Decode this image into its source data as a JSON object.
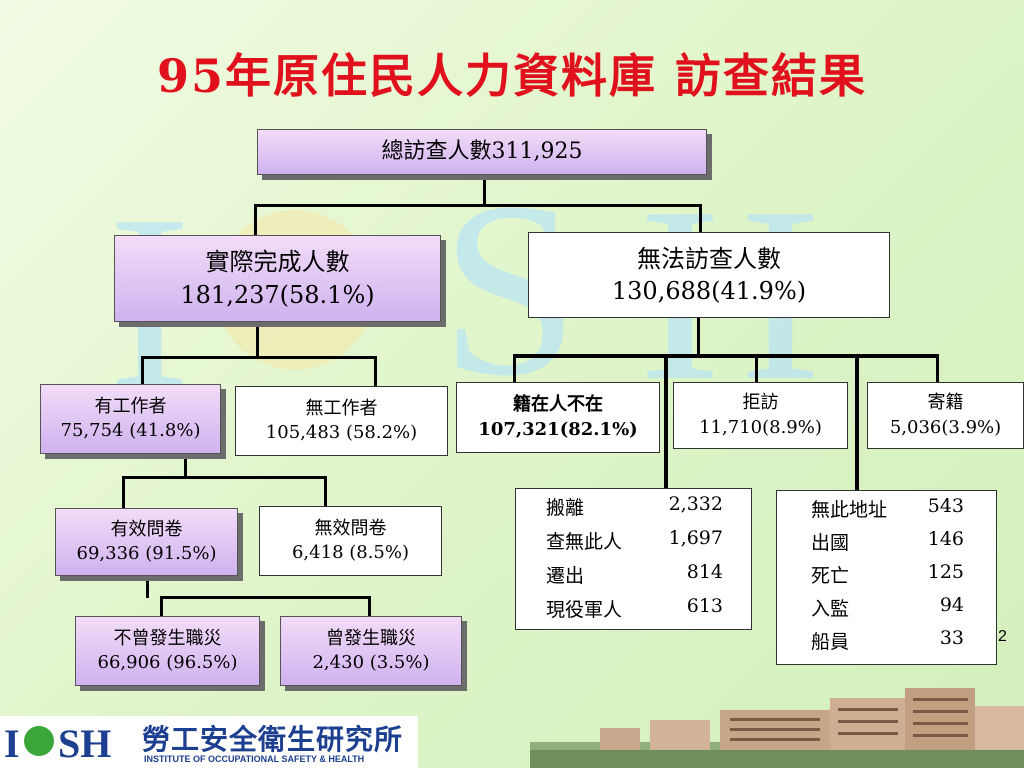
{
  "title": "95年原住民人力資料庫 訪查結果",
  "watermark": [
    "I",
    "S",
    "H"
  ],
  "nodes": {
    "total": "總訪查人數311,925",
    "completed": {
      "label": "實際完成人數",
      "value": "181,237(58.1%)"
    },
    "unable": {
      "label": "無法訪查人數",
      "value": "130,688(41.9%)"
    },
    "employed": {
      "label": "有工作者",
      "value": "75,754 (41.8%)"
    },
    "unemployed": {
      "label": "無工作者",
      "value": "105,483 (58.2%)"
    },
    "absent": {
      "label": "籍在人不在",
      "value": "107,321(82.1%)"
    },
    "refused": {
      "label": "拒訪",
      "value": "11,710(8.9%)"
    },
    "registered_only": {
      "label": "寄籍",
      "value": "5,036(3.9%)"
    },
    "valid": {
      "label": "有效問卷",
      "value": "69,336 (91.5%)"
    },
    "invalid": {
      "label": "無效問卷",
      "value": "6,418 (8.5%)"
    },
    "no_injury": {
      "label": "不曾發生職災",
      "value": "66,906 (96.5%)"
    },
    "injury": {
      "label": "曾發生職災",
      "value": "2,430 (3.5%)"
    }
  },
  "absent_breakdown": [
    {
      "label": "搬離",
      "value": "2,332"
    },
    {
      "label": "查無此人",
      "value": "1,697"
    },
    {
      "label": "遷出",
      "value": "814"
    },
    {
      "label": "現役軍人",
      "value": "613"
    }
  ],
  "registered_breakdown": [
    {
      "label": "無此地址",
      "value": "543"
    },
    {
      "label": "出國",
      "value": "146"
    },
    {
      "label": "死亡",
      "value": "125"
    },
    {
      "label": "入監",
      "value": "94"
    },
    {
      "label": "船員",
      "value": "33"
    }
  ],
  "page_number": "2",
  "logo": {
    "mark_left": "I",
    "mark_right": "SH",
    "name_zh": "勞工安全衛生研究所",
    "name_en": "INSTITUTE OF OCCUPATIONAL SAFETY & HEALTH"
  },
  "colors": {
    "title": "#e0101c",
    "box_fill": "#d9c0f2",
    "watermark": "#b9e5f3",
    "logo_blue": "#1d3f8f",
    "logo_green": "#3aa63a"
  }
}
